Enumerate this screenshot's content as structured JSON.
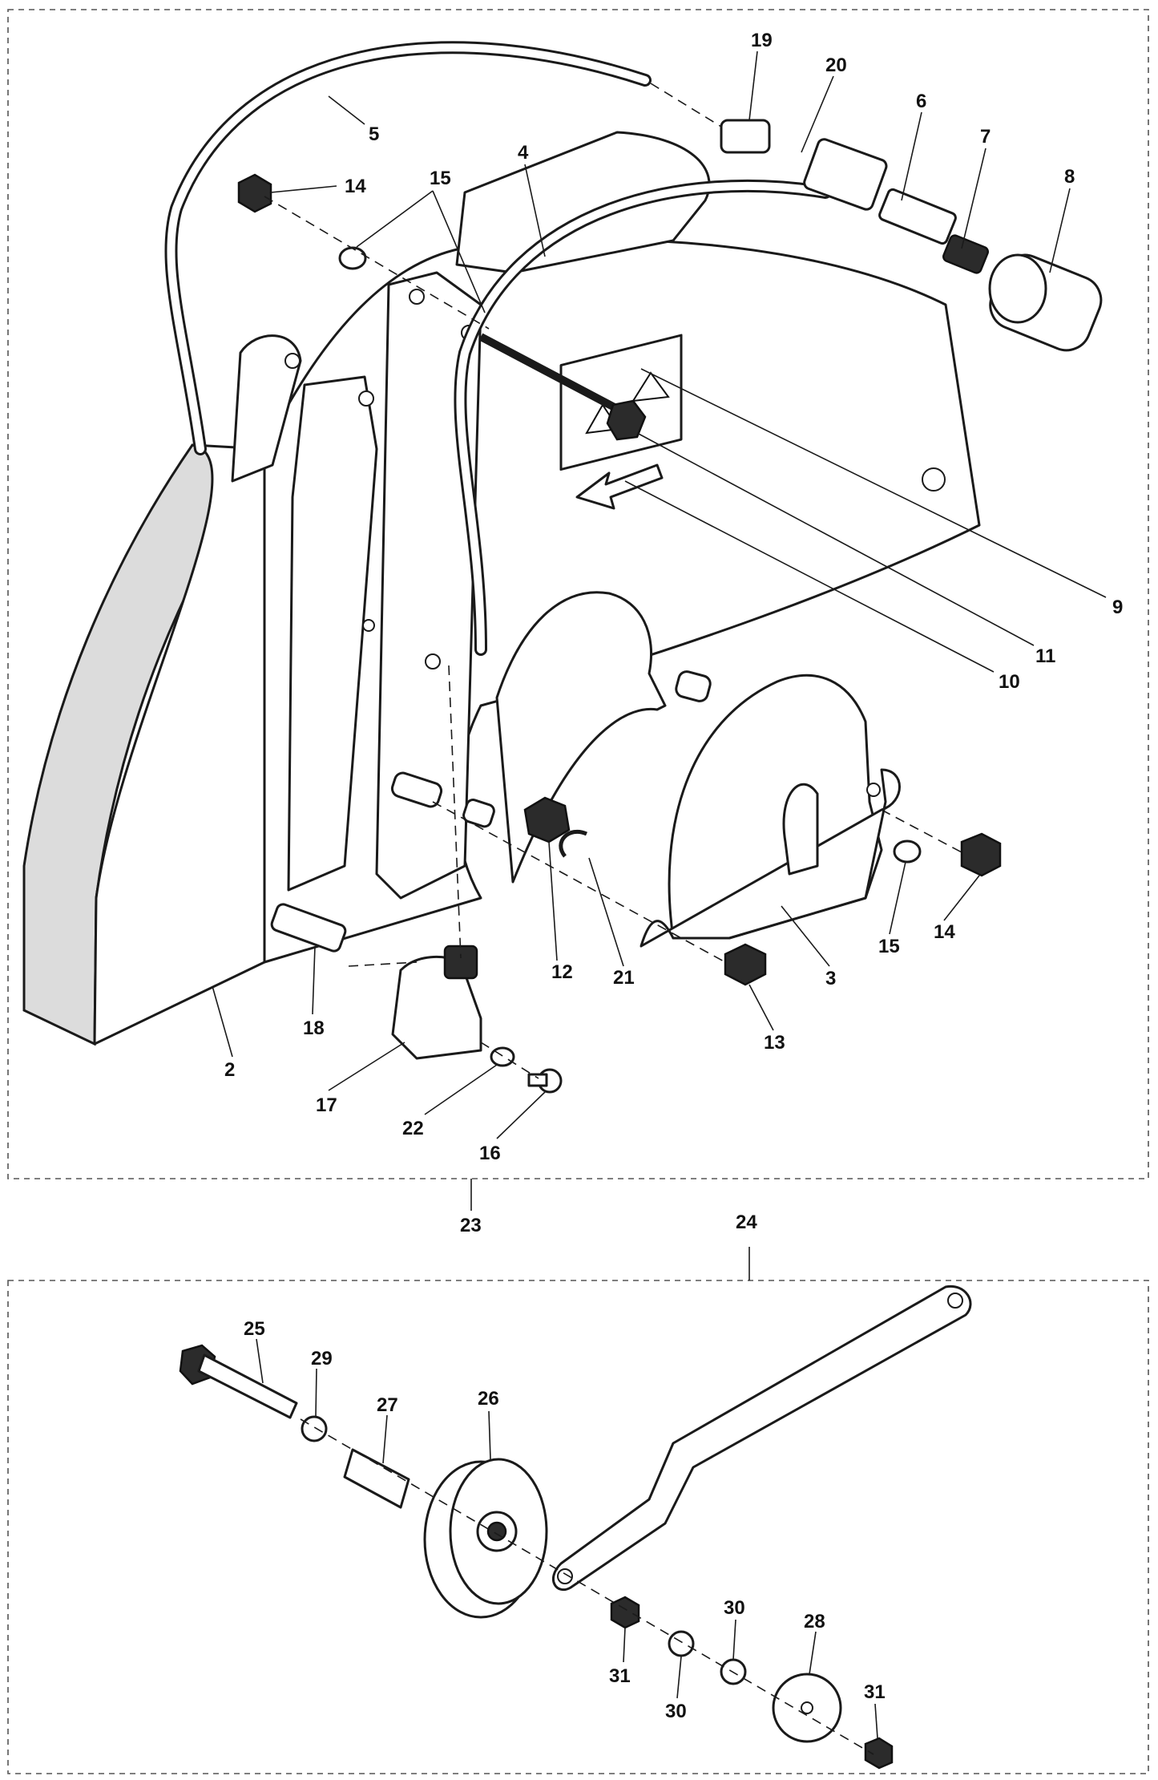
{
  "callouts": [
    {
      "id": "c19",
      "label": "19"
    },
    {
      "id": "c20",
      "label": "20"
    },
    {
      "id": "c6",
      "label": "6"
    },
    {
      "id": "c7",
      "label": "7"
    },
    {
      "id": "c8",
      "label": "8"
    },
    {
      "id": "c5",
      "label": "5"
    },
    {
      "id": "c4",
      "label": "4"
    },
    {
      "id": "c14a",
      "label": "14"
    },
    {
      "id": "c15a",
      "label": "15"
    },
    {
      "id": "c9",
      "label": "9"
    },
    {
      "id": "c11",
      "label": "11"
    },
    {
      "id": "c10",
      "label": "10"
    },
    {
      "id": "c15b",
      "label": "15"
    },
    {
      "id": "c14b",
      "label": "14"
    },
    {
      "id": "c12",
      "label": "12"
    },
    {
      "id": "c21",
      "label": "21"
    },
    {
      "id": "c3",
      "label": "3"
    },
    {
      "id": "c13",
      "label": "13"
    },
    {
      "id": "c18",
      "label": "18"
    },
    {
      "id": "c2",
      "label": "2"
    },
    {
      "id": "c17",
      "label": "17"
    },
    {
      "id": "c22",
      "label": "22"
    },
    {
      "id": "c16",
      "label": "16"
    },
    {
      "id": "c23",
      "label": "23"
    },
    {
      "id": "c24",
      "label": "24"
    },
    {
      "id": "c25",
      "label": "25"
    },
    {
      "id": "c29",
      "label": "29"
    },
    {
      "id": "c27",
      "label": "27"
    },
    {
      "id": "c26",
      "label": "26"
    },
    {
      "id": "c30a",
      "label": "30"
    },
    {
      "id": "c28",
      "label": "28"
    },
    {
      "id": "c31a",
      "label": "31"
    },
    {
      "id": "c30b",
      "label": "30"
    },
    {
      "id": "c31b",
      "label": "31"
    }
  ]
}
